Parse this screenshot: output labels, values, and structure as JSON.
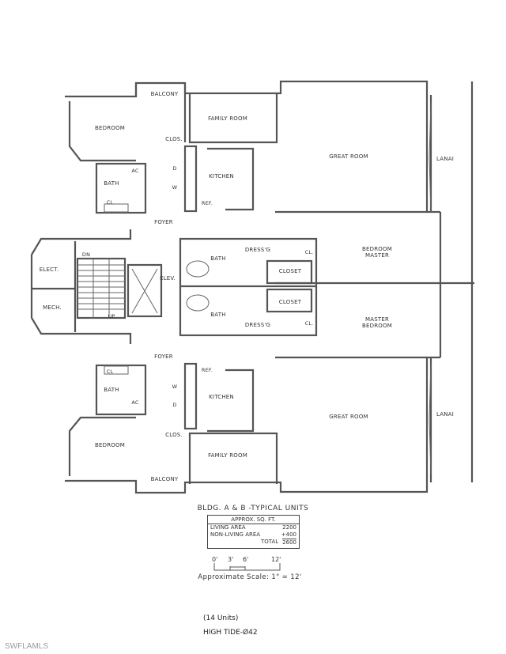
{
  "plan": {
    "upper_unit": {
      "rooms": {
        "balcony": "BALCONY",
        "bedroom": "BEDROOM",
        "family_room": "FAMILY ROOM",
        "closet": "CLOS.",
        "great_room": "GREAT ROOM",
        "lanai": "LANAI",
        "bath": "BATH",
        "ac": "AC",
        "dryer": "D",
        "washer": "W",
        "kitchen": "KITCHEN",
        "cl": "CL",
        "ref": "REF.",
        "foyer": "FOYER",
        "master_bath": "BATH",
        "dressing": "DRESS'G",
        "master_cl": "CL.",
        "master_closet": "CLOSET",
        "master_bedroom_line1": "BEDROOM",
        "master_bedroom_line2": "MASTER"
      }
    },
    "core": {
      "elect": "ELECT.",
      "mech": "MECH.",
      "dn": "DN",
      "up": "UP",
      "elev": "ELEV."
    },
    "lower_unit": {
      "rooms": {
        "balcony": "BALCONY",
        "bedroom": "BEDROOM",
        "family_room": "FAMILY ROOM",
        "closet": "CLOS.",
        "great_room": "GREAT ROOM",
        "lanai": "LANAI",
        "bath": "BATH",
        "ac": "AC",
        "dryer": "D",
        "washer": "W",
        "kitchen": "KITCHEN",
        "cl": "CL",
        "ref": "REF.",
        "foyer": "FOYER",
        "master_bath": "BATH",
        "dressing": "DRESS'G",
        "master_cl": "CL.",
        "master_closet": "CLOSET",
        "master_bedroom_line1": "MASTER",
        "master_bedroom_line2": "BEDROOM"
      }
    }
  },
  "legend": {
    "title": "BLDG. A & B -TYPICAL UNITS",
    "sqft_table": {
      "header": "APPROX. SQ. FT.",
      "rows": [
        {
          "label": "LIVING AREA",
          "value": "2200"
        },
        {
          "label": "NON-LIVING AREA",
          "value": "+400"
        }
      ],
      "total_label": "TOTAL",
      "total_value": "2600"
    },
    "scale_ticks": [
      "0'",
      "3'",
      "6'",
      "12'"
    ],
    "scale_text": "Approximate Scale: 1\" = 12'"
  },
  "footer": {
    "units": "(14 Units)",
    "model": "HIGH TIDE-Ø42"
  },
  "watermark": "SWFLAMLS"
}
